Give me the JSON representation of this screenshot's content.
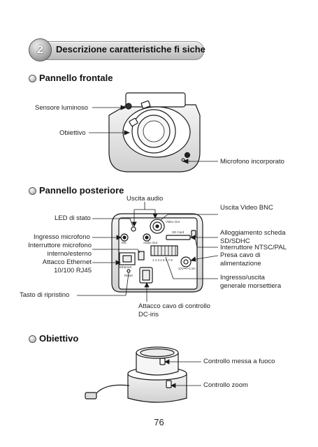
{
  "header": {
    "number": "2",
    "title": "Descrizione caratteristiche fi siche"
  },
  "sections": {
    "front": {
      "title": "Pannello frontale",
      "labels": {
        "light_sensor": "Sensore luminoso",
        "lens": "Obiettivo",
        "mic": "Microfono incorporato"
      }
    },
    "rear": {
      "title": "Pannello posteriore",
      "labels": {
        "audio_out": "Uscita audio",
        "status_led": "LED di stato",
        "bnc_out": "Uscita Video BNC",
        "mic_in": "Ingresso microfono",
        "mic_switch_1": "Interruttore microfono",
        "mic_switch_2": "interno/esterno",
        "sd_slot_1": "Alloggiamento scheda",
        "sd_slot_2": "SD/SDHC",
        "ethernet_1": "Attacco Ethernet",
        "ethernet_2": "10/100 RJ45",
        "ntsc_pal": "Interruttore NTSC/PAL",
        "power_1": "Presa cavo di",
        "power_2": "alimentazione",
        "io_1": "Ingresso/uscita",
        "io_2": "generale morsettiera",
        "reset": "Tasto di ripristino",
        "dciris_1": "Attacco cavo di controllo",
        "dciris_2": "DC-iris"
      },
      "panel_text": {
        "video_out": "Video Out",
        "sd_card": "SD Card",
        "mic": "Mic",
        "audio_out": "Audio Out",
        "ethernet": "Ethernet",
        "reset": "Reset",
        "terminal_numbers": "1 2 3 4 5 6 7 8",
        "power": "12V⎓/~1.5A"
      }
    },
    "lens": {
      "title": "Obiettivo",
      "labels": {
        "focus": "Controllo messa a fuoco",
        "zoom": "Controllo zoom"
      }
    }
  },
  "page_number": "76"
}
